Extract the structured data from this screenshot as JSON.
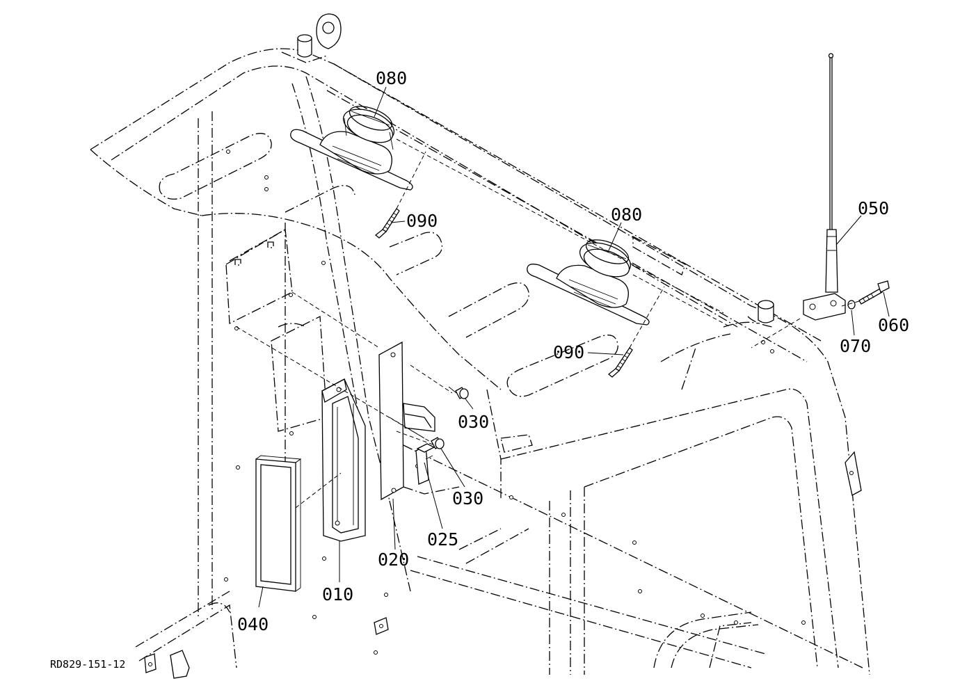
{
  "drawing_id": "RD829-151-12",
  "callouts": {
    "c080a": "080",
    "c090a": "090",
    "c080b": "080",
    "c050": "050",
    "c060": "060",
    "c070": "070",
    "c090b": "090",
    "c030a": "030",
    "c030b": "030",
    "c025": "025",
    "c020": "020",
    "c010": "010",
    "c040": "040"
  }
}
